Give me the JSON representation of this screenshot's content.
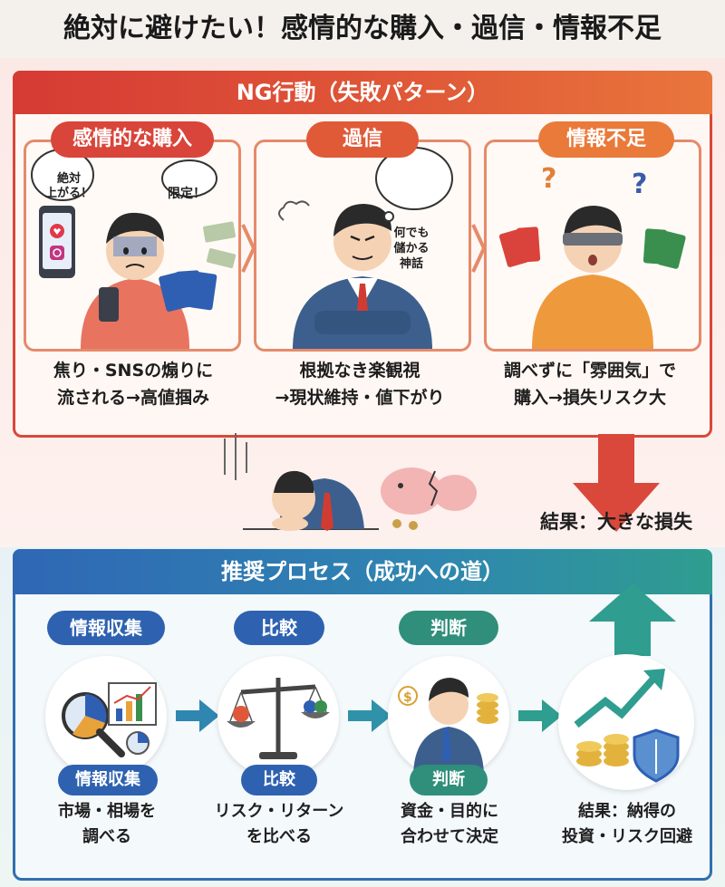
{
  "title": "絶対に避けたい！感情的な購入・過信・情報不足",
  "ng": {
    "header": "NG行動（失敗パターン）",
    "panels": [
      {
        "label": "感情的な購入",
        "bubble1": "絶対\n上がる！",
        "bubble2": "限定！",
        "caption_line1": "焦り・SNSの煽りに",
        "caption_line2": "流される→高値掴み"
      },
      {
        "label": "過信",
        "bubble1": "何でも\n儲かる\n神話",
        "caption_line1": "根拠なき楽観視",
        "caption_line2": "→現状維持・値下がり"
      },
      {
        "label": "情報不足",
        "caption_line1": "調べずに「雰囲気」で",
        "caption_line2": "購入→損失リスク大"
      }
    ],
    "result": "結果：大きな損失"
  },
  "process": {
    "header": "推奨プロセス（成功への道）",
    "steps": [
      {
        "label": "情報収集",
        "sub": "情報収集",
        "caption_line1": "市場・相場を",
        "caption_line2": "調べる"
      },
      {
        "label": "比較",
        "sub": "比較",
        "caption_line1": "リスク・リターン",
        "caption_line2": "を比べる"
      },
      {
        "label": "判断",
        "sub": "判断",
        "caption_line1": "資金・目的に",
        "caption_line2": "合わせて決定"
      }
    ],
    "result_line1": "結果：納得の",
    "result_line2": "投資・リスク回避"
  },
  "colors": {
    "ng_red": "#d63a34",
    "ng_orange": "#e9763c",
    "process_blue": "#2f67b5",
    "process_green": "#2f9d8f",
    "label_step1": "#2e62b0",
    "label_step2": "#2e62b0",
    "label_step3": "#2f8f7a"
  }
}
